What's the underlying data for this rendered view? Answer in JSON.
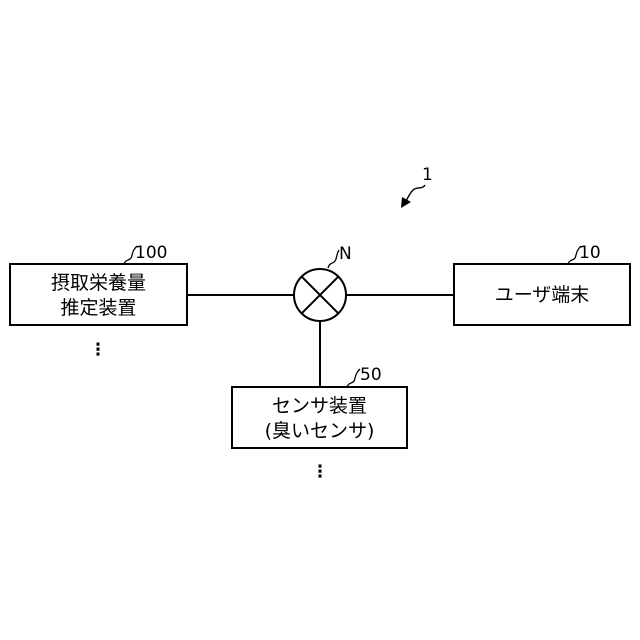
{
  "system": {
    "ref": "1"
  },
  "network": {
    "ref": "N"
  },
  "nodes": {
    "estimator": {
      "ref": "100",
      "line1": "摂取栄養量",
      "line2": "推定装置",
      "more": "⋮"
    },
    "user_terminal": {
      "ref": "10",
      "line1": "ユーザ端末"
    },
    "sensor": {
      "ref": "50",
      "line1": "センサ装置",
      "line2": "(臭いセンサ)",
      "more": "⋮"
    }
  }
}
